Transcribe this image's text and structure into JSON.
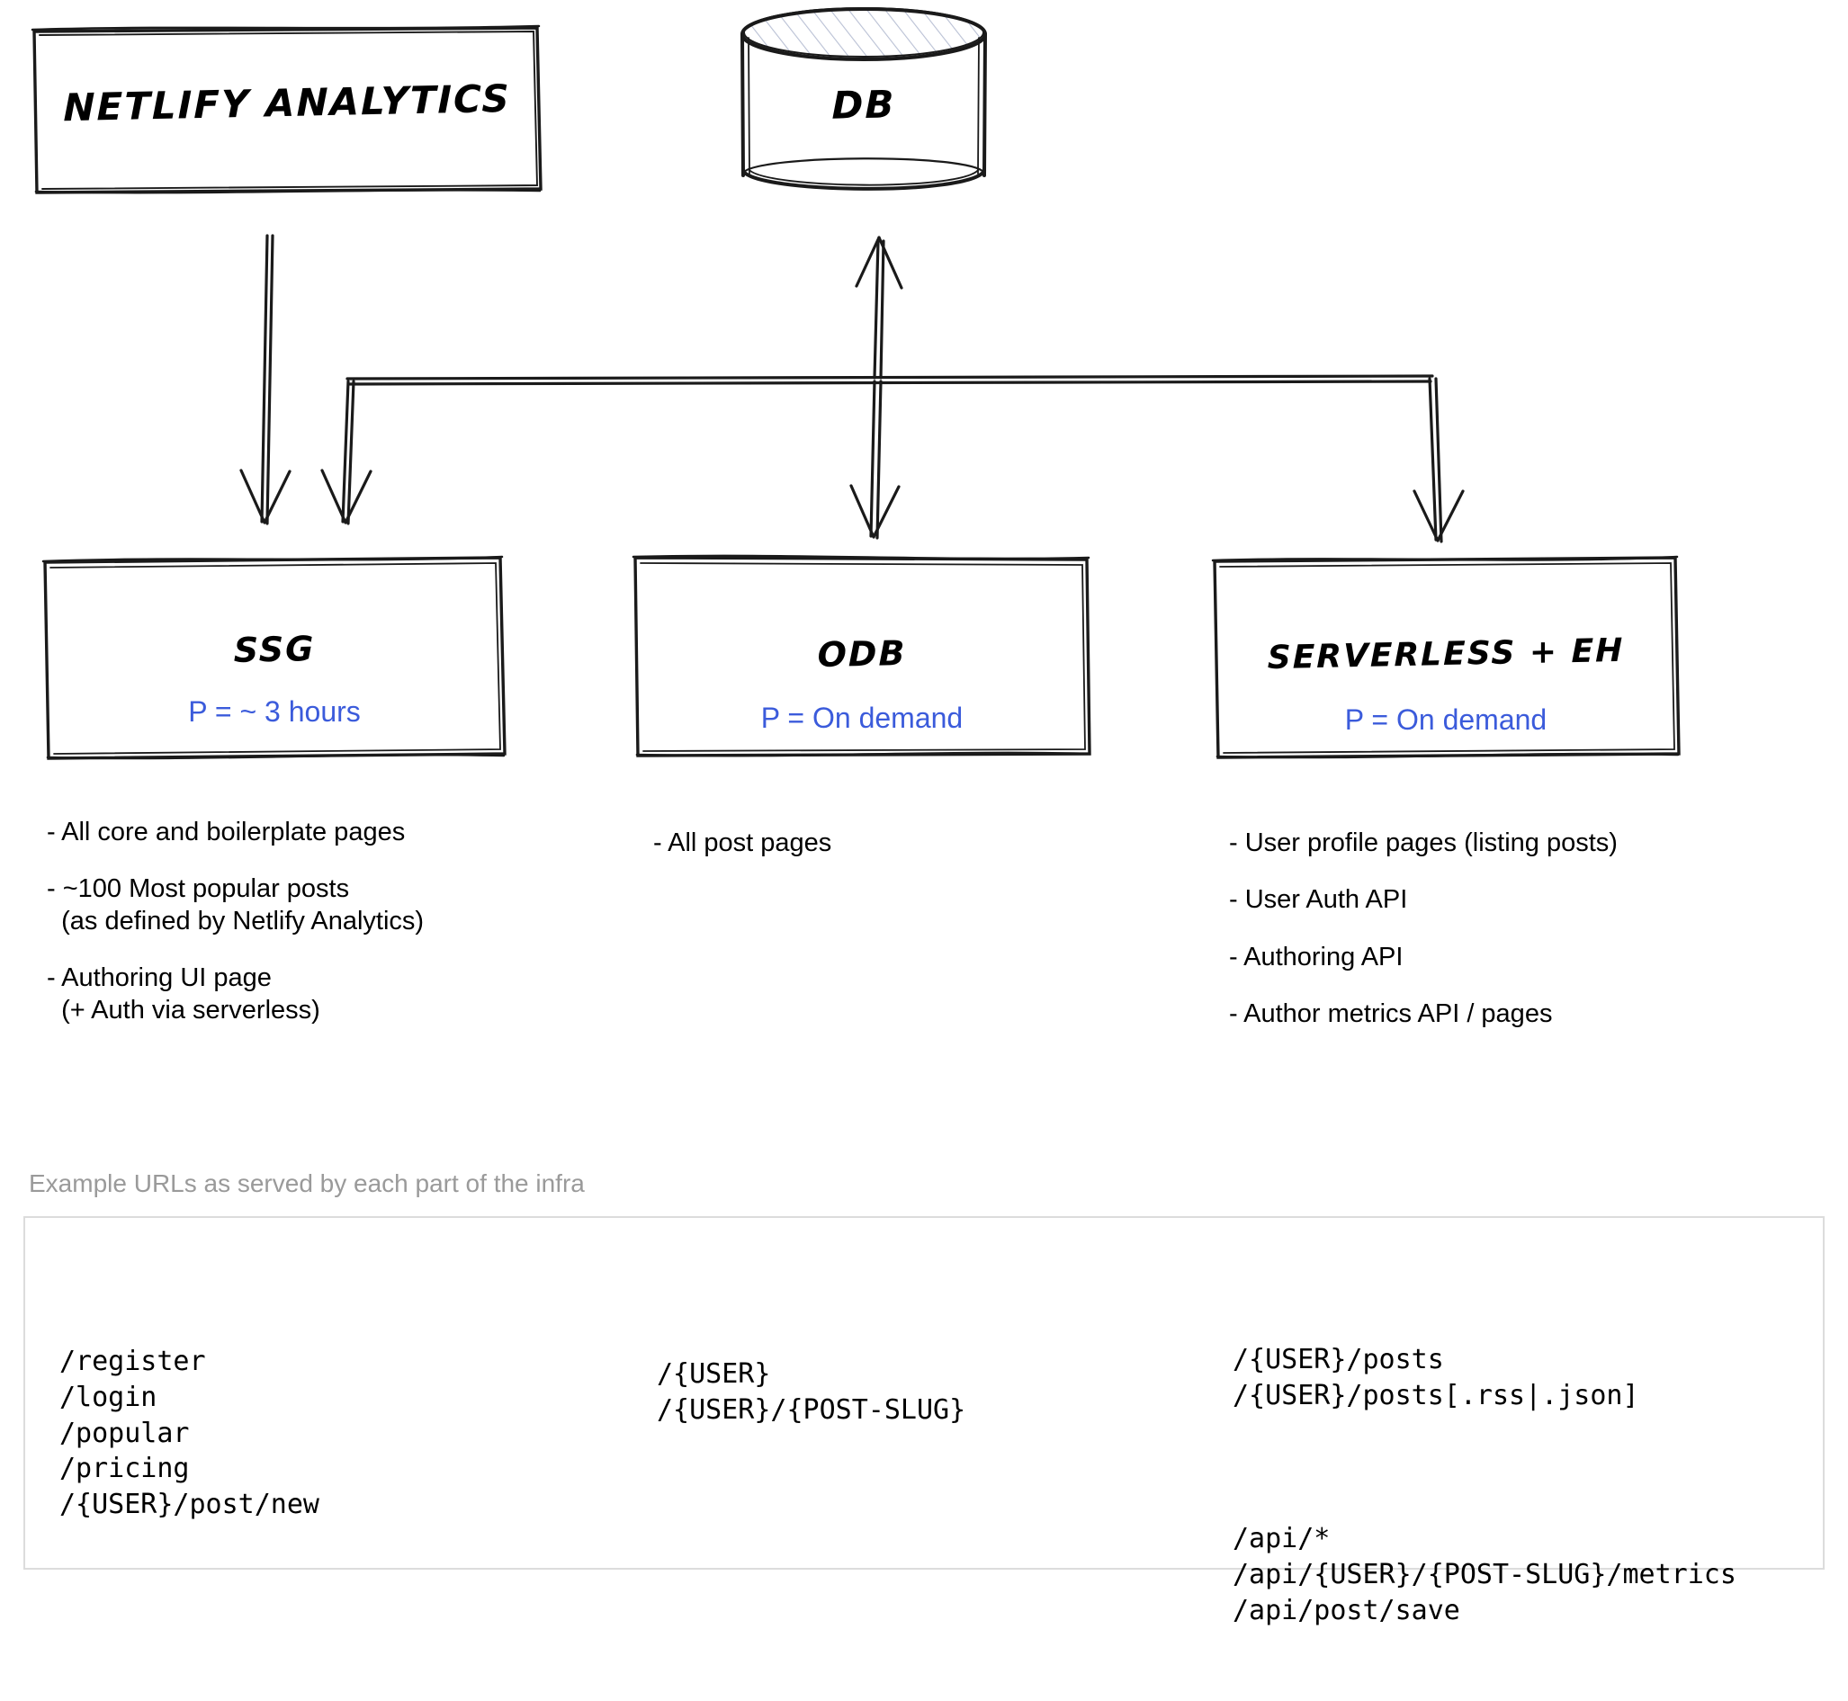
{
  "diagram": {
    "nodes": {
      "analytics": {
        "label": "NETLIFY ANALYTICS",
        "shape": "rectangle"
      },
      "db": {
        "label": "DB",
        "shape": "cylinder"
      },
      "ssg": {
        "label": "SSG",
        "period": "P = ~ 3 hours",
        "shape": "rectangle"
      },
      "odb": {
        "label": "ODB",
        "period": "P = On demand",
        "shape": "rectangle"
      },
      "serverless": {
        "label": "SERVERLESS + EH",
        "period": "P = On demand",
        "shape": "rectangle"
      }
    },
    "colors": {
      "stroke": "#1a1a1a",
      "period_text": "#3b5bdb",
      "hatch": "#b9c0d4",
      "caption_text": "#9a9a9a",
      "box_border": "#dcdcdc"
    },
    "columns": {
      "ssg": {
        "bullets": [
          "- All core and boilerplate pages",
          "- ~100 Most popular posts\n  (as defined by Netlify Analytics)",
          "- Authoring UI page\n  (+ Auth via serverless)"
        ]
      },
      "odb": {
        "bullets": [
          "- All post pages"
        ]
      },
      "serverless": {
        "bullets": [
          "- User profile pages (listing posts)",
          "- User Auth API",
          "- Authoring API",
          "- Author metrics API / pages"
        ]
      }
    }
  },
  "urls_section": {
    "caption": "Example URLs as served by each part of the infra",
    "columns": {
      "ssg": [
        "/register\n/login\n/popular\n/pricing\n/{USER}/post/new"
      ],
      "odb": [
        "/{USER}\n/{USER}/{POST-SLUG}"
      ],
      "serverless": [
        "/{USER}/posts\n/{USER}/posts[.rss|.json]",
        "/api/*\n/api/{USER}/{POST-SLUG}/metrics\n/api/post/save"
      ]
    }
  }
}
